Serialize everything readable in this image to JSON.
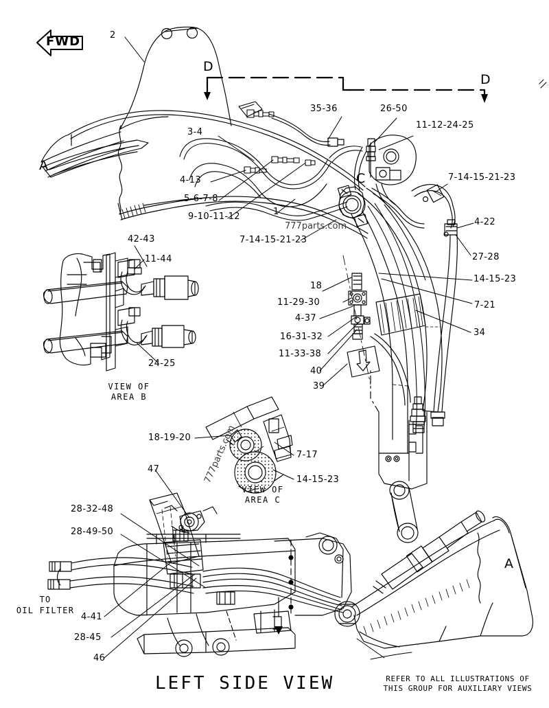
{
  "document": {
    "type": "parts-diagram",
    "main_view_caption": "LEFT SIDE VIEW",
    "note": "REFER TO ALL ILLUSTRATIONS OF\nTHIS GROUP FOR AUXILIARY VIEWS",
    "direction_marker": "FWD",
    "watermark": "777parts.com"
  },
  "section_marks": {
    "a_left": "A",
    "a_right": "A",
    "c_main": "C",
    "d_left": "D",
    "d_right": "D"
  },
  "aux_views": {
    "area_b": "VIEW OF\nAREA B",
    "area_c": "VIEW OF\nAREA C"
  },
  "annotations": {
    "oil_filter": "TO\nOIL FILTER"
  },
  "callouts": {
    "main": [
      {
        "id": "c2",
        "text": "2"
      },
      {
        "id": "c35_36",
        "text": "35-36"
      },
      {
        "id": "c26_50",
        "text": "26-50"
      },
      {
        "id": "c11_12_24_25",
        "text": "11-12-24-25"
      },
      {
        "id": "c3_4",
        "text": "3-4"
      },
      {
        "id": "c7_14_15_21_23_r",
        "text": "7-14-15-21-23"
      },
      {
        "id": "c4_13",
        "text": "4-13"
      },
      {
        "id": "c5_6_7_8",
        "text": "5-6-7-8"
      },
      {
        "id": "c9_10_11_12",
        "text": "9-10-11-12"
      },
      {
        "id": "c1",
        "text": "1"
      },
      {
        "id": "c7_14_15_21_23_l",
        "text": "7-14-15-21-23"
      },
      {
        "id": "c4_22",
        "text": "4-22"
      },
      {
        "id": "c27_28",
        "text": "27-28"
      },
      {
        "id": "c14_15_23_r",
        "text": "14-15-23"
      },
      {
        "id": "c7_21",
        "text": "7-21"
      },
      {
        "id": "c18",
        "text": "18"
      },
      {
        "id": "c11_29_30",
        "text": "11-29-30"
      },
      {
        "id": "c4_37",
        "text": "4-37"
      },
      {
        "id": "c16_31_32",
        "text": "16-31-32"
      },
      {
        "id": "c11_33_38",
        "text": "11-33-38"
      },
      {
        "id": "c40",
        "text": "40"
      },
      {
        "id": "c39",
        "text": "39"
      },
      {
        "id": "c34",
        "text": "34"
      }
    ],
    "area_b": [
      {
        "id": "c42_43",
        "text": "42-43"
      },
      {
        "id": "c11_44",
        "text": "11-44"
      },
      {
        "id": "c24_25",
        "text": "24-25"
      }
    ],
    "area_c": [
      {
        "id": "c18_19_20",
        "text": "18-19-20"
      },
      {
        "id": "c7_17",
        "text": "7-17"
      },
      {
        "id": "c14_15_23_c",
        "text": "14-15-23"
      }
    ],
    "bottom": [
      {
        "id": "c47",
        "text": "47"
      },
      {
        "id": "c28_32_48",
        "text": "28-32-48"
      },
      {
        "id": "c28_49_50",
        "text": "28-49-50"
      },
      {
        "id": "c4_41",
        "text": "4-41"
      },
      {
        "id": "c28_45",
        "text": "28-45"
      },
      {
        "id": "c46",
        "text": "46"
      }
    ]
  },
  "colors": {
    "line": "#000000",
    "background": "#ffffff",
    "watermark": "#3a3a3a"
  }
}
